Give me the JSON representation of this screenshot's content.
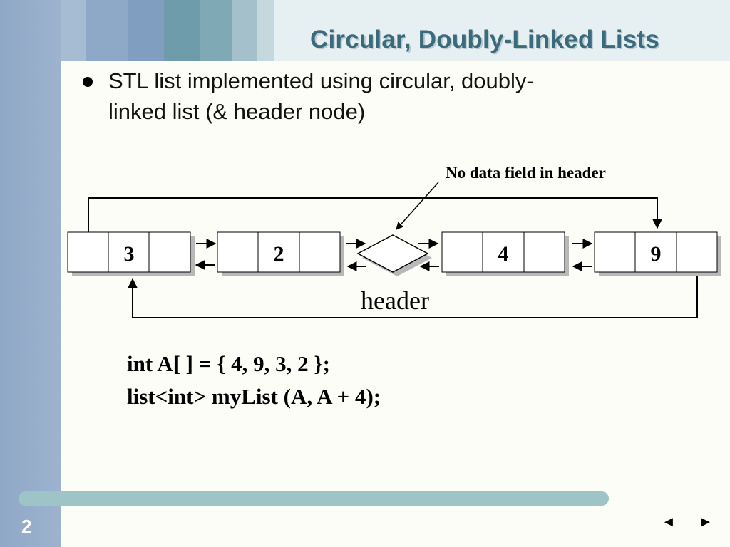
{
  "slide": {
    "title": "Circular, Doubly-Linked Lists",
    "bullet_line1": "STL list implemented using circular, doubly-",
    "bullet_line2": "linked list (& header node)",
    "page_number": "2"
  },
  "diagram": {
    "annotation": "No data field in header",
    "header_label": "header",
    "nodes": [
      "3",
      "2",
      "4",
      "9"
    ]
  },
  "code": {
    "line1": "int A[ ] = { 4, 9, 3, 2 };",
    "line2": "list<int> myList (A, A + 4);"
  },
  "nav": {
    "prev": "◄",
    "next": "►"
  }
}
